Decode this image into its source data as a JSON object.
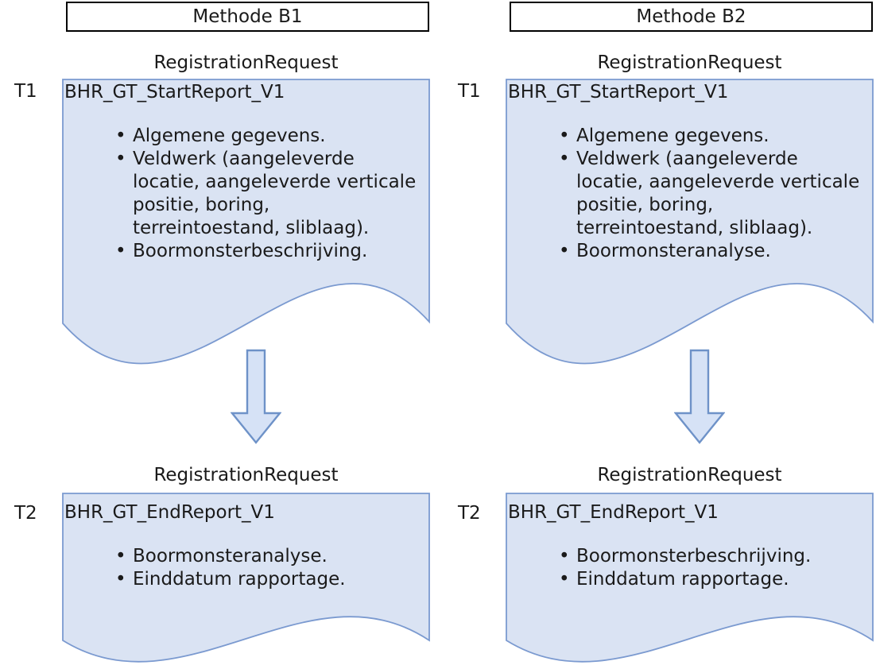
{
  "diagram": {
    "request_label": "RegistrationRequest",
    "colors": {
      "doc_fill": "#dae3f3",
      "doc_border": "#7b9ad0",
      "arrow_fill": "#d6e2f6",
      "arrow_border": "#6e92c8",
      "header_border": "#000000",
      "text": "#1a1a1a"
    },
    "columns": [
      {
        "title": "Methode B1",
        "steps": [
          {
            "t": "T1",
            "report": "BHR_GT_StartReport_V1",
            "bullets": [
              "Algemene gegevens.",
              "Veldwerk (aangeleverde\nlocatie, aangeleverde verticale\npositie, boring,\nterreintoestand, sliblaag).",
              "Boormonsterbeschrijving."
            ]
          },
          {
            "t": "T2",
            "report": "BHR_GT_EndReport_V1",
            "bullets": [
              "Boormonsteranalyse.",
              "Einddatum rapportage."
            ]
          }
        ]
      },
      {
        "title": "Methode B2",
        "steps": [
          {
            "t": "T1",
            "report": "BHR_GT_StartReport_V1",
            "bullets": [
              "Algemene gegevens.",
              "Veldwerk (aangeleverde\nlocatie, aangeleverde verticale\npositie, boring,\nterreintoestand, sliblaag).",
              "Boormonsteranalyse."
            ]
          },
          {
            "t": "T2",
            "report": "BHR_GT_EndReport_V1",
            "bullets": [
              "Boormonsterbeschrijving.",
              "Einddatum rapportage."
            ]
          }
        ]
      }
    ]
  }
}
